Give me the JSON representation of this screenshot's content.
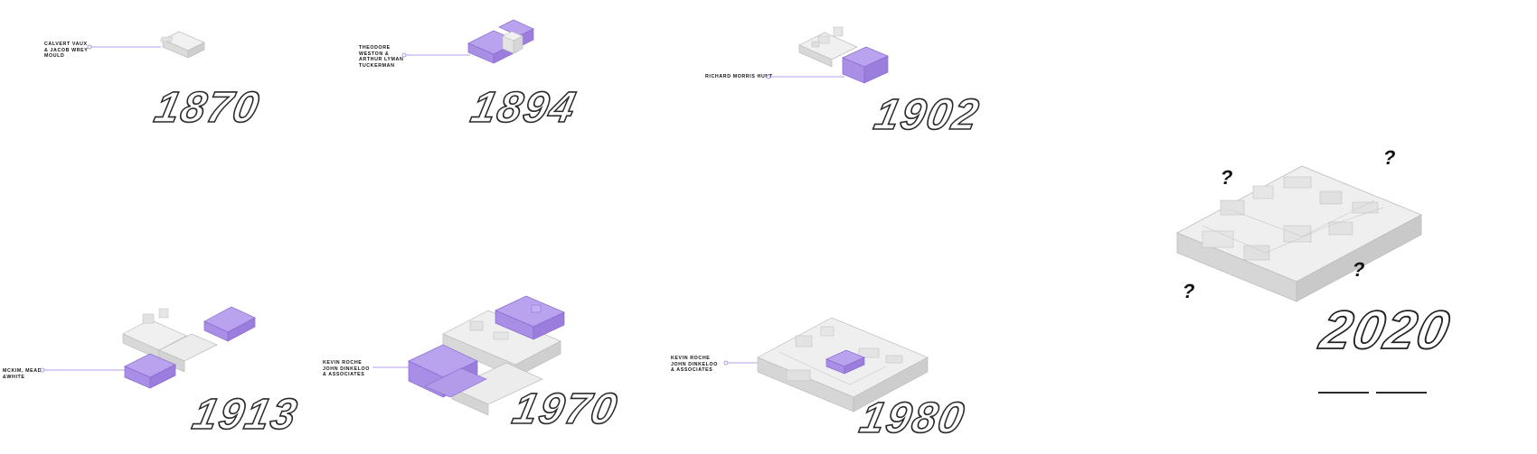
{
  "colors": {
    "lavender": "#a98ee6",
    "lavender_dark": "#8a6ccf",
    "leader": "#9b7fe0",
    "massing": "#ededed"
  },
  "phases": [
    {
      "year": "1870",
      "architect_lines": [
        "CALVERT VAUX",
        "& JACOB WREY",
        "MOULD"
      ]
    },
    {
      "year": "1894",
      "architect_lines": [
        "THEODORE",
        "WESTON &",
        "ARTHUR LYMAN",
        "TUCKERMAN"
      ]
    },
    {
      "year": "1902",
      "architect_lines": [
        "RICHARD MORRIS HUNT"
      ]
    },
    {
      "year": "1913",
      "architect_lines": [
        "MCKIM, MEAD",
        "&WHITE"
      ]
    },
    {
      "year": "1970",
      "architect_lines": [
        "KEVIN ROCHE",
        "JOHN DINKELOO",
        "& ASSOCIATES"
      ]
    },
    {
      "year": "1980",
      "architect_lines": [
        "KEVIN ROCHE",
        "JOHN DINKELOO",
        "& ASSOCIATES"
      ]
    },
    {
      "year": "2020",
      "architect_lines": []
    }
  ],
  "future_marks": [
    "?",
    "?",
    "?",
    "?"
  ]
}
